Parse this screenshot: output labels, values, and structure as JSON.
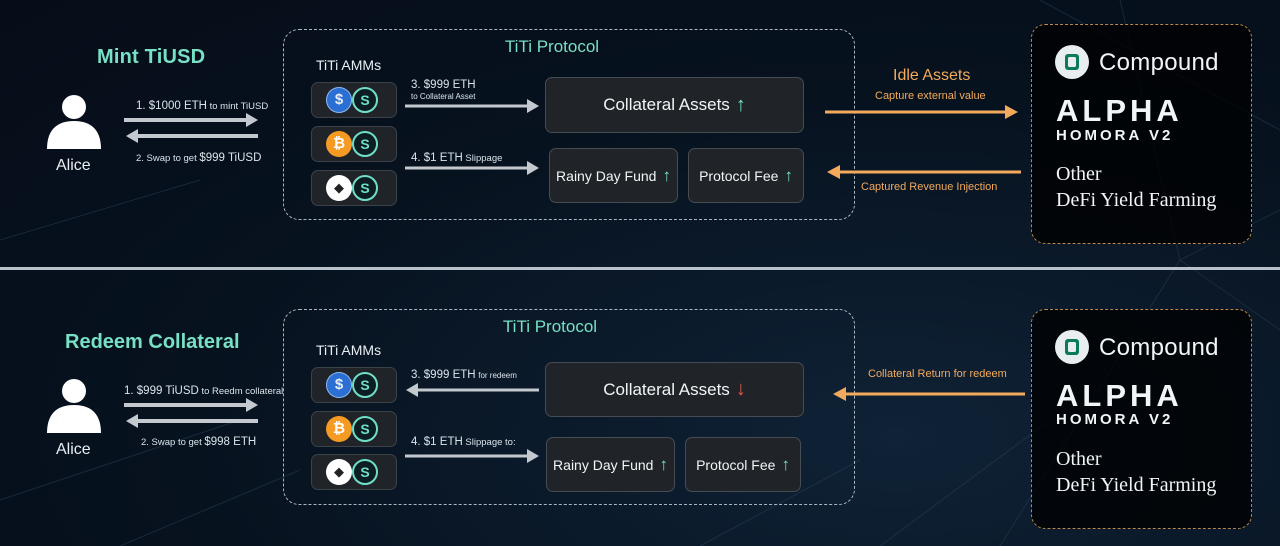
{
  "mint": {
    "title": "Mint TiUSD",
    "user": "Alice",
    "step1": "1. $1000 ETH",
    "step1_suffix": "to mint TiUSD",
    "step2": "2. Swap to get",
    "step2_value": "$999 TiUSD",
    "protocol_title": "TiTi Protocol",
    "amms_label": "TiTi AMMs",
    "step3": "3. $999 ETH",
    "step3_suffix": "to Collateral Asset",
    "step4": "4. $1 ETH",
    "step4_suffix": "Slippage",
    "collateral": "Collateral Assets",
    "rainy": "Rainy Day Fund",
    "fee": "Protocol Fee",
    "idle_title": "Idle Assets",
    "idle_sub": "Capture external value",
    "revenue": "Captured Revenue Injection"
  },
  "redeem": {
    "title": "Redeem Collateral",
    "user": "Alice",
    "step1": "1. $999 TiUSD",
    "step1_suffix": "to Reedm collateral",
    "step2": "2. Swap to get",
    "step2_value": "$998 ETH",
    "protocol_title": "TiTi Protocol",
    "amms_label": "TiTi AMMs",
    "step3": "3. $999 ETH",
    "step3_suffix": "for redeem",
    "step4": "4. $1 ETH",
    "step4_suffix": "Slippage to:",
    "collateral": "Collateral Assets",
    "rainy": "Rainy Day Fund",
    "fee": "Protocol Fee",
    "return_label": "Collateral Return for redeem"
  },
  "yield": {
    "compound": "Compound",
    "alpha": "ALPHA",
    "homora": "HOMORA V2",
    "other_line1": "Other",
    "other_line2": "DeFi Yield Farming"
  },
  "icons": {
    "up_arrow": "↑",
    "down_arrow": "↓",
    "usdc": "$",
    "btc": "₿",
    "eth": "◆",
    "ti": "S"
  },
  "colors": {
    "teal": "#78e0c4",
    "orange": "#f3aa5c",
    "red": "#e4574a",
    "gray_arrow": "#c3c9cf"
  }
}
